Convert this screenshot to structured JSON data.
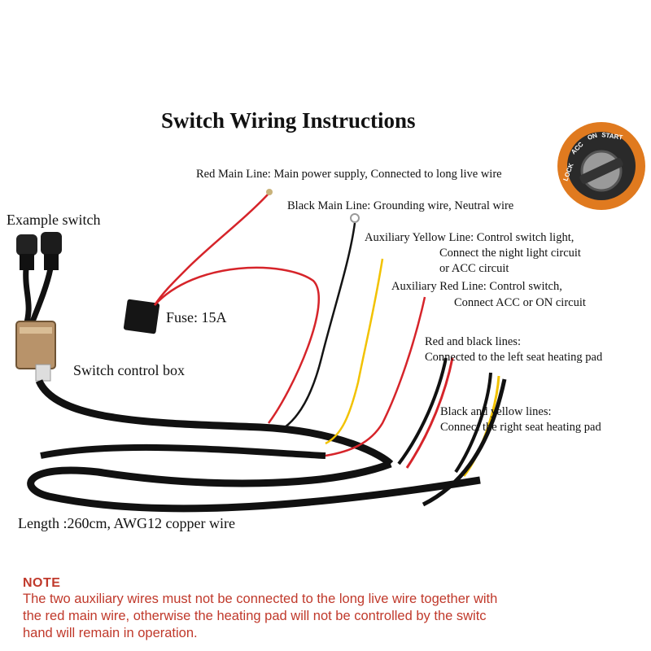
{
  "title": "Switch Wiring Instructions",
  "labels": {
    "example_switch": "Example switch",
    "fuse": "Fuse: 15A",
    "control_box": "Switch control box",
    "length": "Length :260cm, AWG12 copper wire",
    "red_main": "Red Main Line: Main power supply, Connected to long live wire",
    "black_main": "Black Main Line: Grounding wire, Neutral wire",
    "aux_yellow": [
      "Auxiliary Yellow Line: Control switch light,",
      "Connect the night light circuit",
      "or ACC circuit"
    ],
    "aux_red": [
      "Auxiliary Red Line: Control switch,",
      "Connect ACC or ON circuit"
    ],
    "red_black": [
      "Red and black lines:",
      "Connected to the left seat heating pad"
    ],
    "black_yellow": [
      "Black and yellow lines:",
      "Connect the right seat heating pad"
    ]
  },
  "ignition": {
    "positions": [
      "LOCK",
      "ACC",
      "ON",
      "START"
    ]
  },
  "note": {
    "title": "NOTE",
    "lines": [
      "The two auxiliary wires must not be connected to the long live wire together with",
      "the red main wire, otherwise the heating pad will not be controlled by the switc",
      "hand will remain in operation."
    ]
  },
  "colors": {
    "red_wire": "#d6242a",
    "black_wire": "#141414",
    "yellow_wire": "#f2c200",
    "note_red": "#c0392b"
  }
}
